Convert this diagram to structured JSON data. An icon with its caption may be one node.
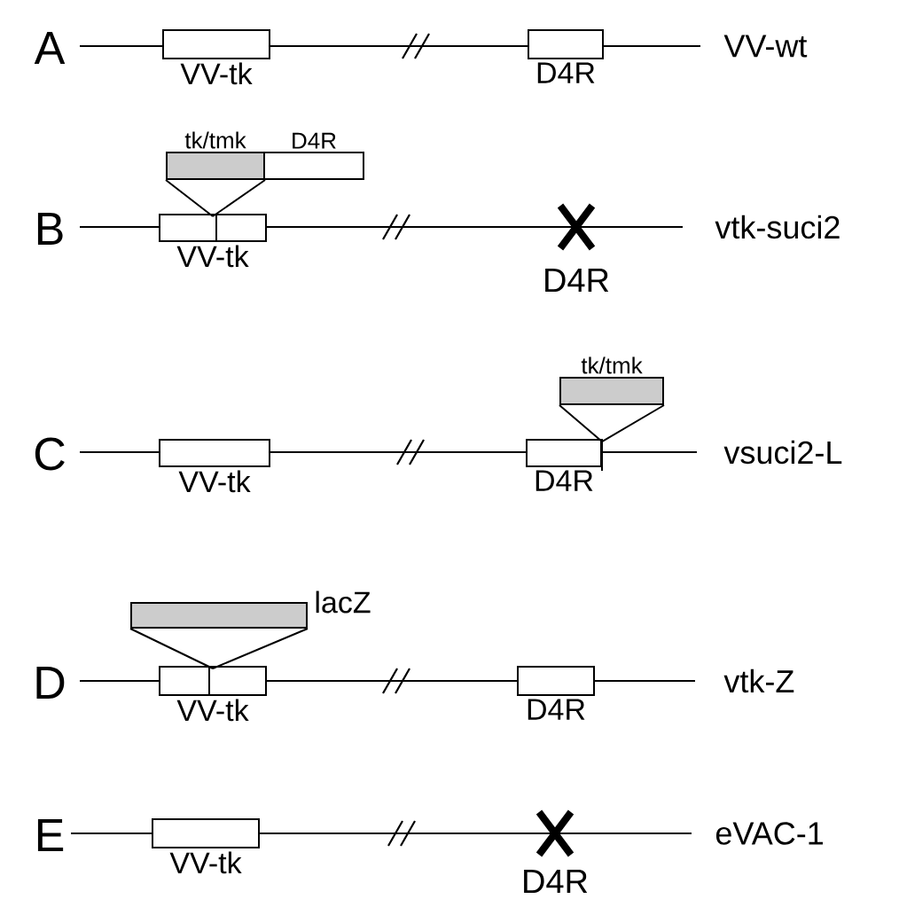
{
  "diagram": {
    "nodes": [
      {
        "text": [
          "VV-tk"
        ]
      },
      {
        "text": [
          "D4R"
        ]
      },
      {
        "text": [
          "tk/tmk"
        ]
      },
      {
        "text": [
          "D4R"
        ]
      },
      {
        "text": [
          "VV-tk"
        ]
      },
      {
        "text": [
          "VV-tk"
        ]
      },
      {
        "text": [
          "D4R"
        ]
      },
      {
        "text": [
          "tk/tmk"
        ]
      },
      {
        "text": [
          "lacZ"
        ]
      },
      {
        "text": [
          "VV-tk"
        ]
      },
      {
        "text": [
          "D4R"
        ]
      },
      {
        "text": [
          "VV-tk"
        ]
      }
    ],
    "edges": [
      {
        "from": 2,
        "to": 4,
        "arrow": "none"
      },
      {
        "from": 7,
        "to": 6,
        "arrow": "none"
      },
      {
        "from": 8,
        "to": 9,
        "arrow": "none"
      }
    ],
    "labels": [
      "A",
      "VV-wt",
      "B",
      "vtk-suci2",
      "D4R",
      "C",
      "vsuci2-L",
      "D",
      "vtk-Z",
      "E",
      "eVAC-1",
      "D4R"
    ]
  }
}
